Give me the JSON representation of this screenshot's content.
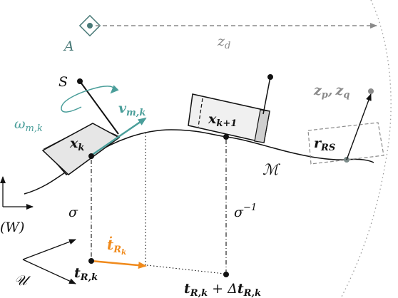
{
  "colors": {
    "teal": "#4a9e9a",
    "gray": "#8a8a8a",
    "orange": "#f08a1c",
    "black": "#111111",
    "robot_fill": "#e8e8e8"
  },
  "labels": {
    "A": "A",
    "z_d": "z",
    "z_d_sub": "d",
    "S": "S",
    "omega": "ω",
    "omega_sub": "m,k",
    "v": "v",
    "v_sub": "m,k",
    "x_k": "x",
    "x_k_sub": "k",
    "x_k1": "x",
    "x_k1_sub": "k+1",
    "M": "ℳ",
    "z_p": "z",
    "z_p_sub": "p",
    "comma": ",",
    "z_q": "z",
    "z_q_sub": "q",
    "r_RS": "r",
    "r_RS_sub": "RS",
    "W": "(W)",
    "sigma": "σ",
    "sigma_inv": "σ",
    "sigma_inv_sup": "−1",
    "t_dot": "ṫ",
    "t_dot_sub": "R",
    "t_dot_subsub": "k",
    "U": "𝒰",
    "t_Rk": "t",
    "t_Rk_sub": "R,k",
    "t_Rk_plus": "t",
    "t_Rk_plus_sub": "R,k",
    "plus_delta": " + Δ",
    "dt": "t",
    "dt_sub": "R,k"
  }
}
